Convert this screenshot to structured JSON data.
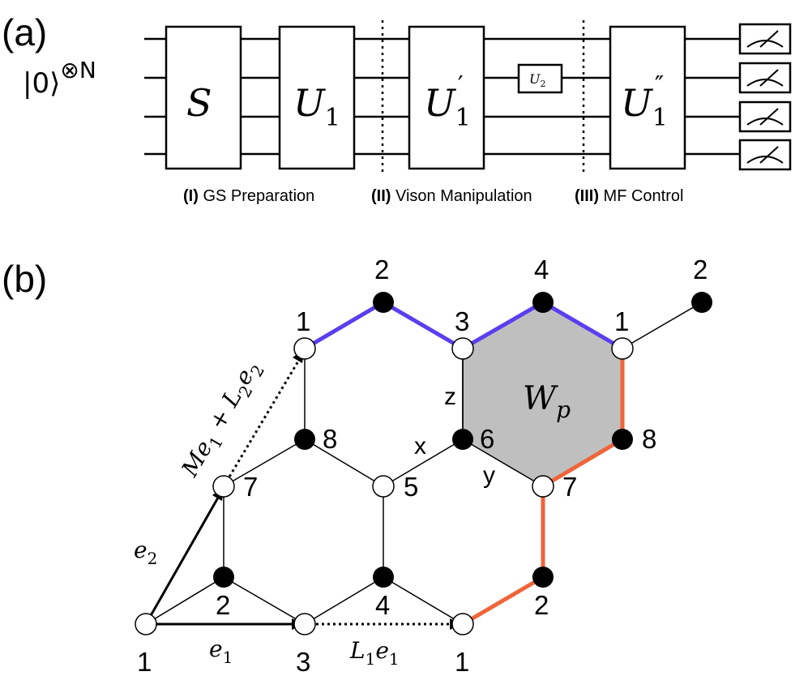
{
  "panel_a": {
    "label": "(a)",
    "input_state": "|0⟩",
    "input_power": "⊗N",
    "gates": {
      "s": "S",
      "u1": "U",
      "u1_sub": "1",
      "u1p": "U",
      "u1p_sub": "1",
      "u1p_prime": "′",
      "u2": "U",
      "u2_sub": "2",
      "u1pp": "U",
      "u1pp_sub": "1",
      "u1pp_prime": "″"
    },
    "stages": [
      {
        "num": "(I)",
        "text": " GS Preparation"
      },
      {
        "num": "(II)",
        "text": " Vison Manipulation"
      },
      {
        "num": "(III)",
        "text": " MF Control"
      }
    ]
  },
  "panel_b": {
    "label": "(b)",
    "site_labels": {
      "top_2a": "2",
      "top_4": "4",
      "top_2b": "2",
      "s1_left": "1",
      "s3_mid": "3",
      "s1_right": "1",
      "s8_left": "8",
      "s6": "6",
      "s8_right": "8",
      "s7_left": "7",
      "s5": "5",
      "s7_right": "7",
      "b2_left": "2",
      "b4": "4",
      "b2_right": "2",
      "bot1_left": "1",
      "bot3": "3",
      "bot1_right": "1"
    },
    "bond_labels": {
      "z": "z",
      "x": "x",
      "y": "y"
    },
    "plaquette": {
      "symbol": "W",
      "sub": "p",
      "fill": "#bfbfbf"
    },
    "vectors": {
      "e1": "e",
      "e1_sub": "1",
      "e2": "e",
      "e2_sub": "2",
      "L1e1": "L",
      "L1e1_sub": "1",
      "L1e1_e": "e",
      "L1e1_e_sub": "1",
      "diag_M": "Me",
      "diag_M_sub": "1",
      "diag_plus": " + L",
      "diag_L_sub": "2",
      "diag_e": "e",
      "diag_e_sub": "2"
    },
    "colors": {
      "blue_path": "#5a3ef0",
      "orange_path": "#f0643a"
    }
  }
}
